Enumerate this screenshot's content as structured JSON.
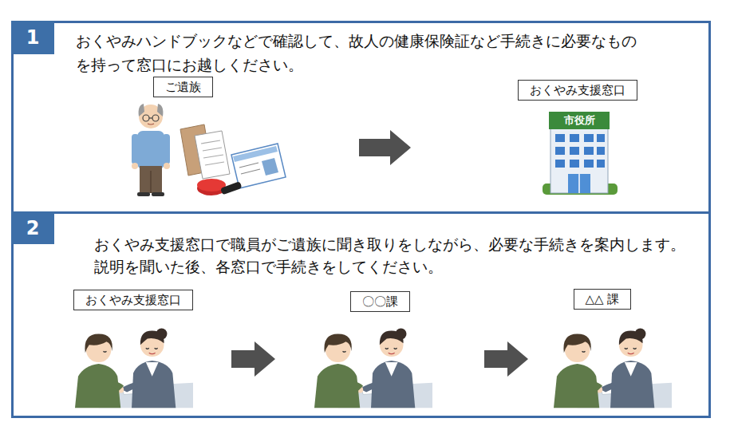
{
  "diagram": {
    "nodes": [
      {
        "text": [
          "1",
          "おくやみハンドブックなどで確認して、故人の健康保険証など手続きに必要なもの を持って窓口にお越しください。"
        ]
      },
      {
        "text": [
          "ご遺族"
        ],
        "in": 0
      },
      {
        "text": [
          "おくやみ支援窓口"
        ],
        "in": 0
      },
      {
        "text": [
          "2",
          "おくやみ支援窓口で職員がご遺族に聞き取りをしながら、必要な手続きを案内します。 説明を聞いた後、各窓口で手続きをしてください。"
        ]
      },
      {
        "text": [
          "おくやみ支援窓口"
        ],
        "in": 3
      },
      {
        "text": [
          "〇〇課"
        ],
        "in": 3
      },
      {
        "text": [
          "△△ 課"
        ],
        "in": 3
      }
    ],
    "edges": [
      {
        "from": 1,
        "to": 2,
        "arrow": "to"
      },
      {
        "from": 4,
        "to": 5,
        "arrow": "to"
      },
      {
        "from": 5,
        "to": 6,
        "arrow": "to"
      }
    ],
    "labels": [
      "市役所"
    ]
  }
}
